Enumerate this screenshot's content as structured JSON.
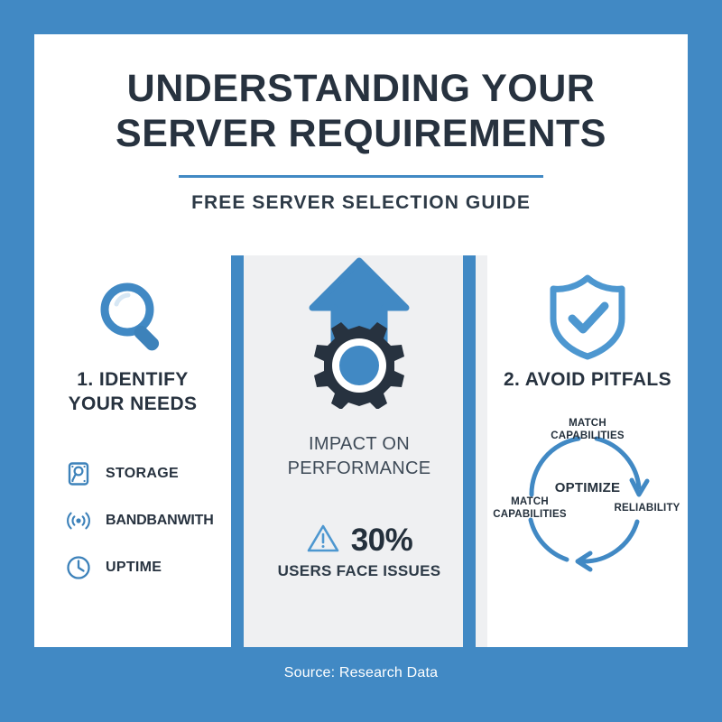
{
  "theme": {
    "background_blue": "#4189c4",
    "card_white": "#ffffff",
    "panel_gray": "#eff0f2",
    "heading_dark": "#27323f",
    "icon_blue": "#4189c4",
    "gear_dark": "#27323f"
  },
  "header": {
    "title_line1": "Understanding Your",
    "title_line2": "Server Requirements",
    "subtitle": "Free Server Selection Guide"
  },
  "columns": {
    "left": {
      "icon": "magnifier-icon",
      "heading_line1": "1. Identify",
      "heading_line2": "Your Needs",
      "items": [
        {
          "icon": "hard-drive-icon",
          "label": "Storage"
        },
        {
          "icon": "signal-waves-icon",
          "label": "BANDBANWITH"
        },
        {
          "icon": "clock-icon",
          "label": "Uptime"
        }
      ]
    },
    "middle": {
      "icon": "arrow-up-gear-icon",
      "caption_line1": "Impact On",
      "caption_line2": "Performance",
      "stat_icon": "warning-triangle-icon",
      "stat_value": "30%",
      "stat_note": "Users Face Issues"
    },
    "right": {
      "icon": "shield-check-icon",
      "heading": "2. Avoid Pitfals",
      "cycle": {
        "center_label": "Optimize",
        "top_label_line1": "Match",
        "top_label_line2": "Capabilities",
        "right_label": "Reliability",
        "left_label_line1": "Match",
        "left_label_line2": "Capabilities"
      }
    }
  },
  "footer": {
    "source": "Source: Research Data"
  }
}
